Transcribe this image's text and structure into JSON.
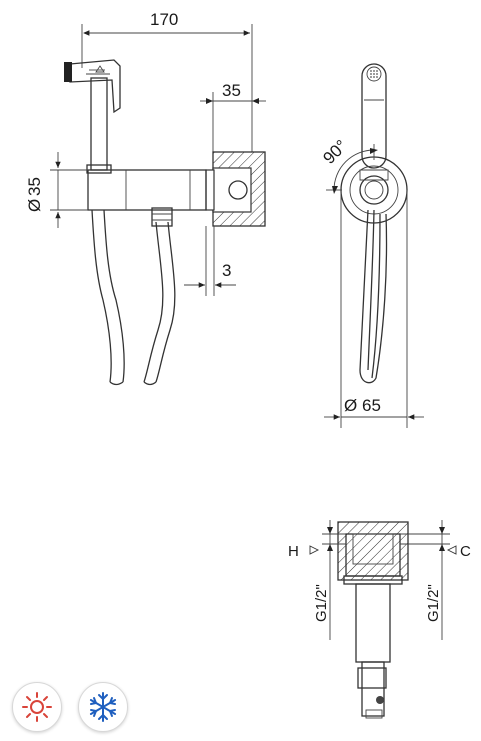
{
  "dimensions": {
    "width_total": "170",
    "wall_depth": "35",
    "diameter_body": "35",
    "diameter_symbol": "Ø",
    "gap": "3",
    "angle": "90°",
    "diameter_flange": "65"
  },
  "connection": {
    "hot_label": "H",
    "cold_label": "C",
    "thread_left": "G1/2\"",
    "thread_right": "G1/2\""
  },
  "icons": {
    "hot": "sun-hot-water-icon",
    "cold": "snowflake-cold-water-icon",
    "hot_color": "#d9443a",
    "cold_color": "#1f5fbf"
  }
}
